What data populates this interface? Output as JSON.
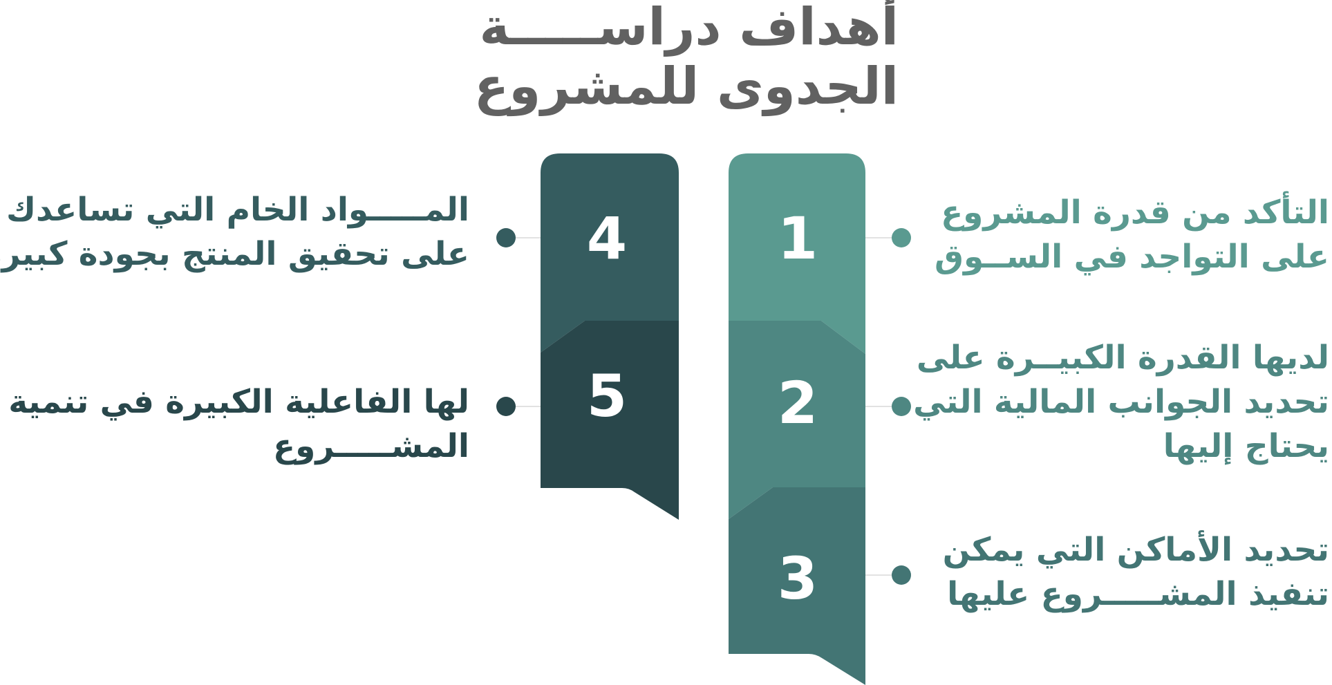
{
  "title": {
    "line1": "أهداف دراســـــة",
    "line2": "الجدوى للمشروع"
  },
  "colors": {
    "title": "#616161",
    "ribbon_1": "#5a9a90",
    "ribbon_2": "#4e8782",
    "ribbon_3": "#437574",
    "ribbon_4": "#355c5f",
    "ribbon_5": "#29474b",
    "connector": "#d9d9d9"
  },
  "items": [
    {
      "number": "1",
      "lines": [
        "التأكد من قدرة المشروع",
        "على التواجد في الســوق"
      ],
      "color": "#5a9a90"
    },
    {
      "number": "2",
      "lines": [
        "لديها القدرة الكبيــرة على",
        "تحديد الجوانب المالية التي",
        "يحتاج إليها"
      ],
      "color": "#4e8782"
    },
    {
      "number": "3",
      "lines": [
        "تحديد الأماكن التي يمكن",
        "تنفيذ المشـــــروع عليها"
      ],
      "color": "#437574"
    },
    {
      "number": "4",
      "lines": [
        "المـــــواد الخام التي تساعدك",
        "على تحقيق المنتج بجودة كبيرة"
      ],
      "color": "#355c5f"
    },
    {
      "number": "5",
      "lines": [
        "لها الفاعلية الكبيرة في تنمية",
        "المشـــــروع"
      ],
      "color": "#29474b"
    }
  ]
}
